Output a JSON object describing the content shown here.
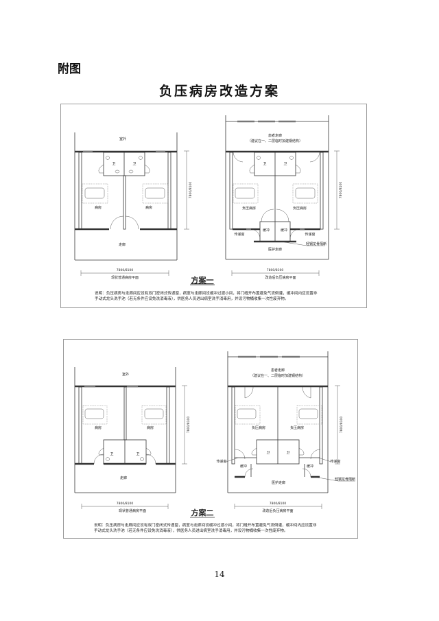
{
  "page": {
    "appendix_label": "附图",
    "title": "负压病房改造方案",
    "page_number": "14"
  },
  "scheme1": {
    "name": "方案一",
    "left_plan": {
      "outdoor": "室外",
      "toilet_a": "卫",
      "toilet_b": "卫",
      "ward_a": "病房",
      "ward_b": "病房",
      "corridor": "走廊",
      "dimension": "7800/8100",
      "vertical_dimension": "7800/8100",
      "caption": "现状普通病房平面"
    },
    "right_plan": {
      "patient_corridor": "患者走廊",
      "patient_corridor_note": "（建议在一、二层临时加建钢结构）",
      "toilet_a": "卫",
      "toilet_b": "卫",
      "ward_a": "负压病房",
      "ward_b": "负压病房",
      "buffer_a": "缓冲",
      "buffer_b": "缓冲",
      "pass_window_a": "传递窗",
      "pass_window_b": "传递窗",
      "partition": "轻钢龙骨隔断",
      "staff_corridor": "医护走廊",
      "dimension": "7800/8100",
      "vertical_dimension": "7800/8100",
      "caption": "改造后负压病房平面"
    },
    "note_line1": "说明：负压病房与走廊间应设有双门密闭式传递窗，病室与走廊间设缓冲过渡小间，将门缝开布置避免气流倒灌，缓冲间内应设置非",
    "note_line2": "手动式龙头洗手池（若无条件应设免洗消毒液），供医务人员进出病室洗手消毒用，并设污物桶收集一次性废弃物。"
  },
  "scheme2": {
    "name": "方案二",
    "left_plan": {
      "outdoor": "室外",
      "toilet_a": "卫",
      "toilet_b": "卫",
      "ward_a": "病房",
      "ward_b": "病房",
      "corridor": "走廊",
      "dimension": "7800/8100",
      "vertical_dimension": "7800/8100",
      "caption": "现状普通病房平面"
    },
    "right_plan": {
      "patient_corridor": "患者走廊",
      "patient_corridor_note": "（建议在一、二层临时加建钢结构）",
      "toilet_a": "卫",
      "toilet_b": "卫",
      "ward_a": "负压病房",
      "ward_b": "负压病房",
      "buffer_a": "缓冲",
      "buffer_b": "缓冲",
      "pass_window_a": "传递窗",
      "pass_window_b": "传递窗",
      "partition": "轻钢龙骨隔断",
      "staff_corridor": "医护走廊",
      "dimension": "7800/8100",
      "vertical_dimension": "7800/8100",
      "caption": "改造后负压病房平面"
    },
    "note_line1": "说明：负压病房与走廊间应设有双门密闭式传递窗，病室与走廊间设缓冲过渡小间，将门缝开布置避免气流倒灌，缓冲间内应设置非",
    "note_line2": "手动式龙头洗手池（若无条件应设免洗消毒液），供医务人员进出病室洗手消毒用，并设污物桶收集一次性废弃物。"
  }
}
